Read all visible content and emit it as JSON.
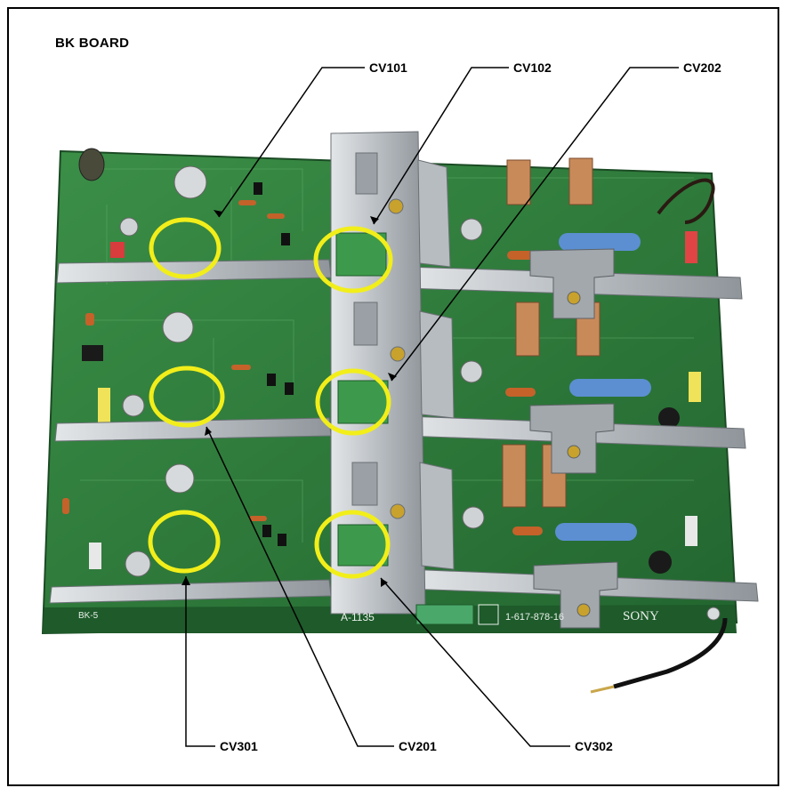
{
  "title": "BK BOARD",
  "callouts": {
    "cv101": "CV101",
    "cv102": "CV102",
    "cv202": "CV202",
    "cv301": "CV301",
    "cv201": "CV201",
    "cv302": "CV302"
  },
  "board_markings": {
    "part_number": "A-1135",
    "code": "1-617-878-16",
    "brand": "SONY",
    "board_label": "BK-5"
  },
  "colors": {
    "highlight_ring": "#f2ee1a",
    "pcb": "#2d7a3a",
    "heatsink": "#c9cdd1"
  }
}
